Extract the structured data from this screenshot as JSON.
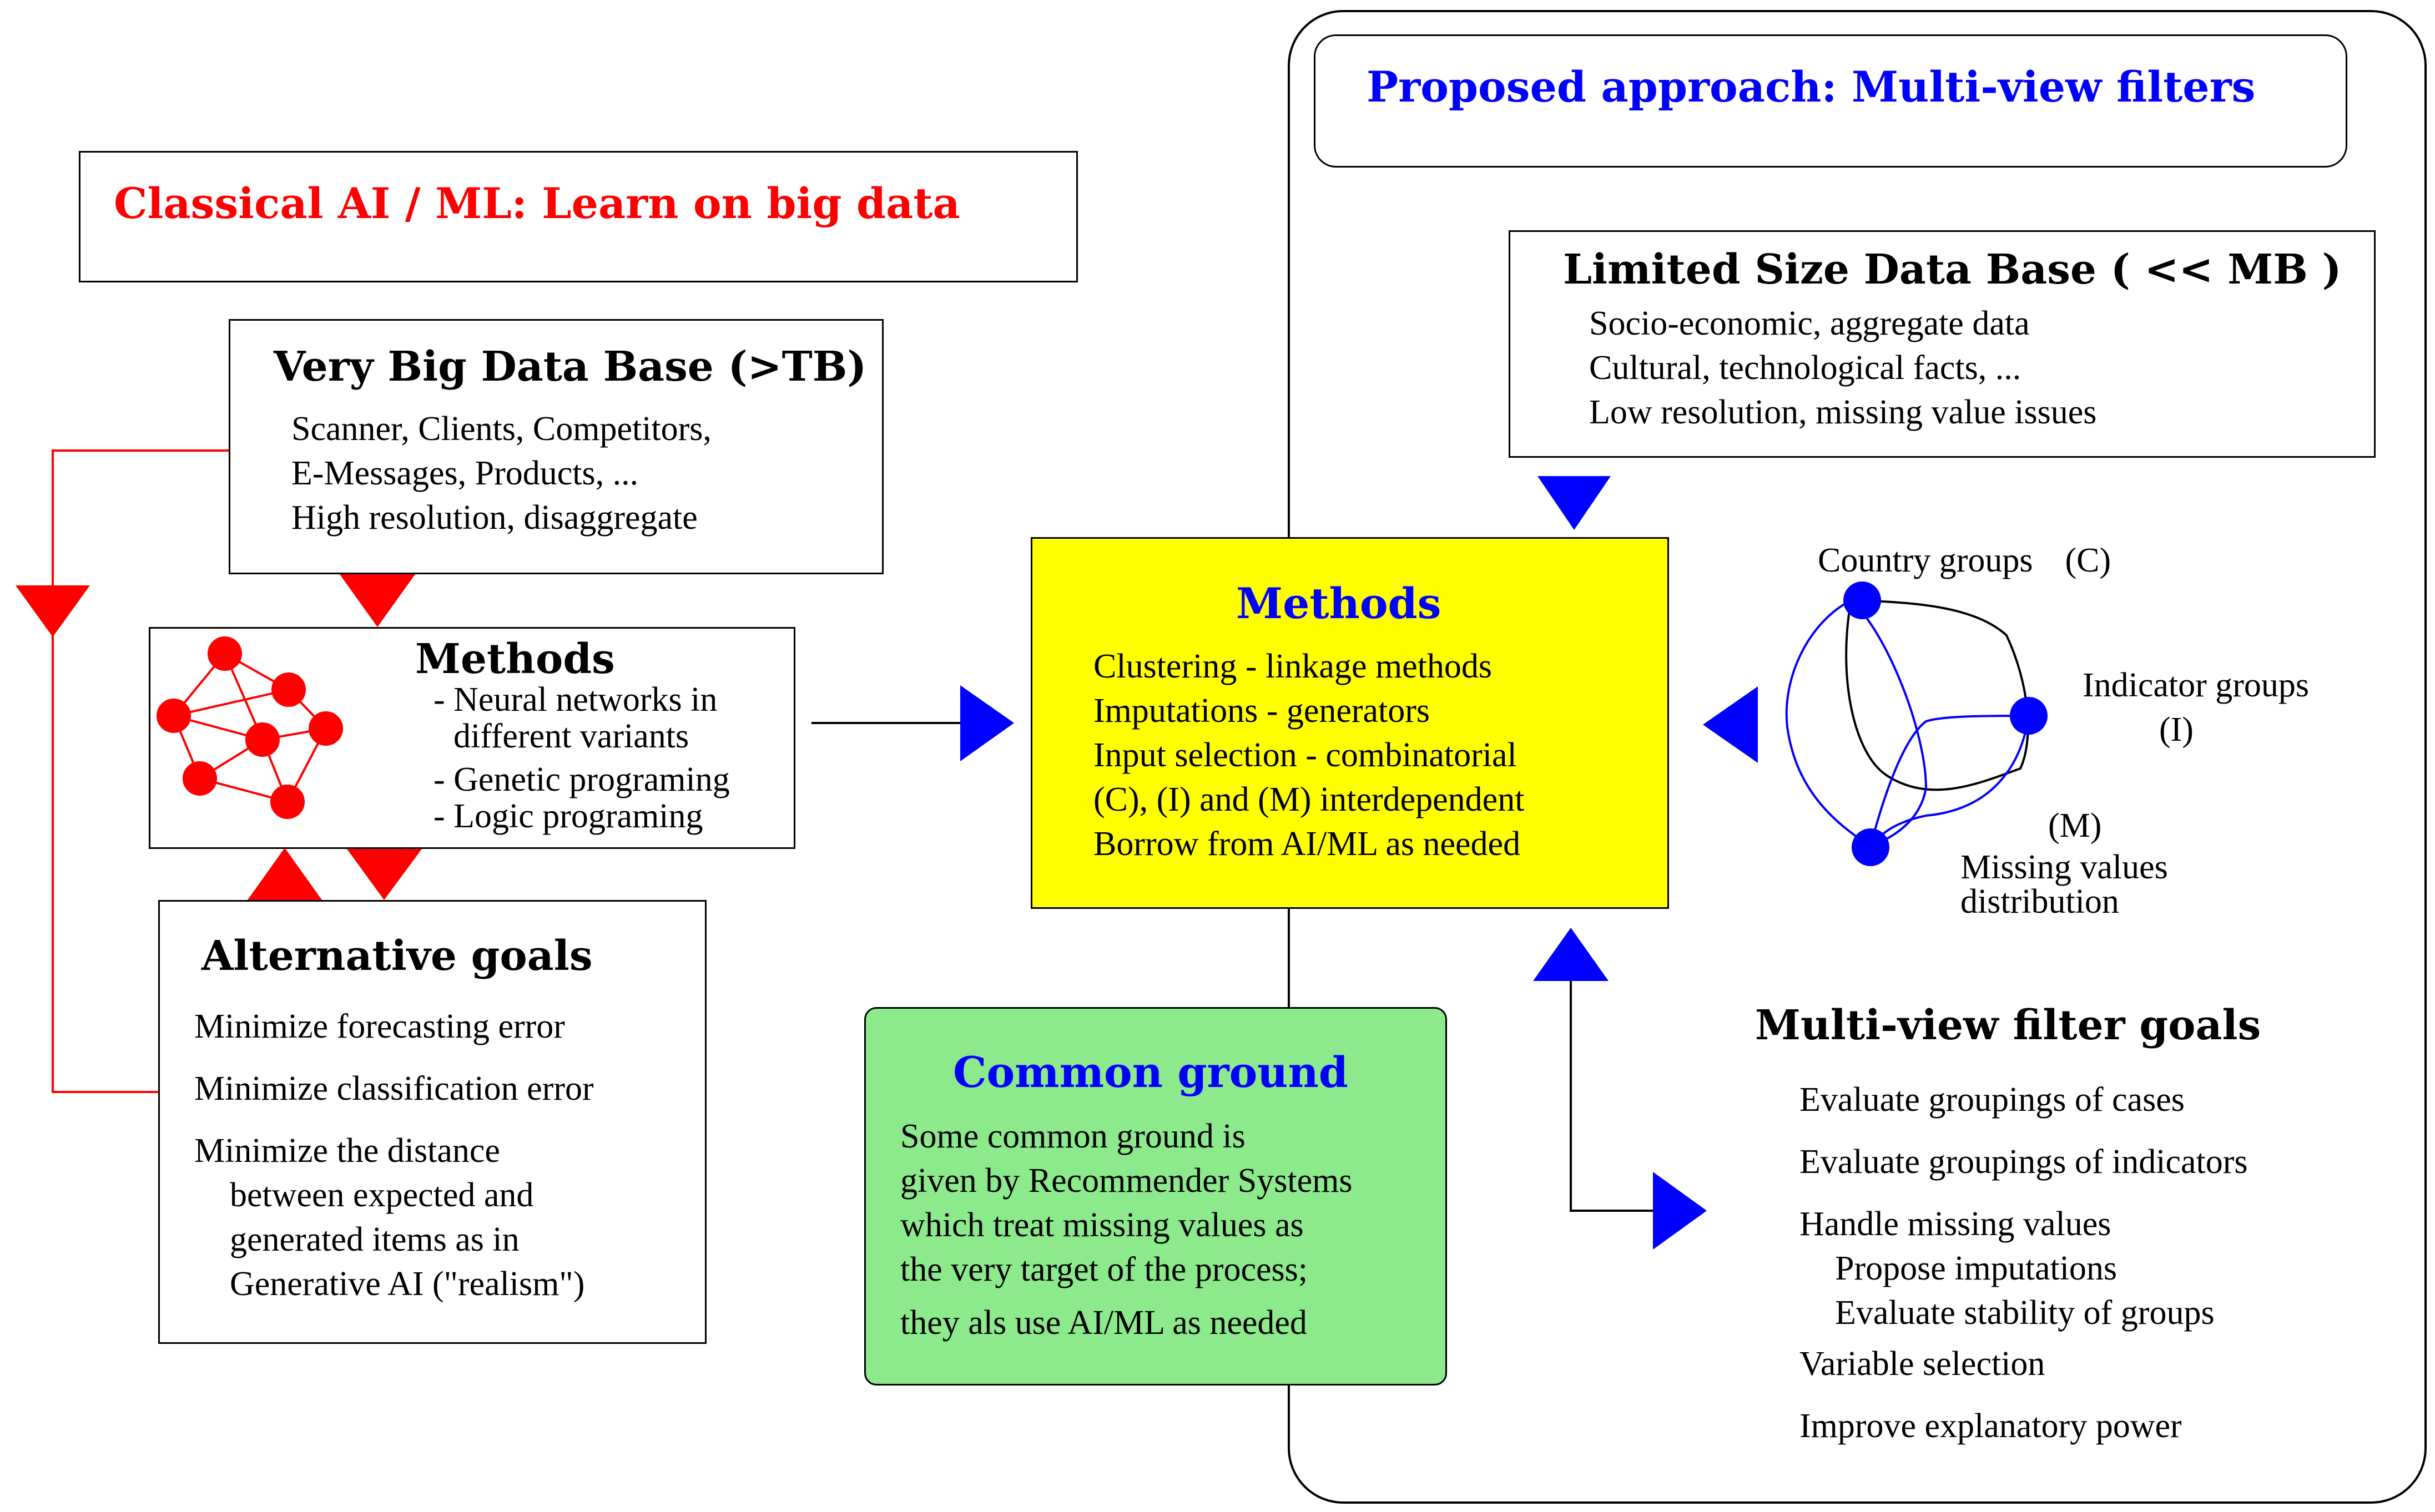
{
  "left_panel": {
    "title": "Classical AI / ML:  Learn on big data",
    "big_db": {
      "title": "Very Big Data Base (>TB)",
      "lines": [
        "Scanner, Clients, Competitors,",
        "E-Messages, Products, ...",
        "High resolution, disaggregate"
      ]
    },
    "methods": {
      "title": "Methods",
      "items": [
        "- Neural networks in",
        "different variants",
        "- Genetic programing",
        "- Logic programing"
      ]
    },
    "alt_goals": {
      "title": "Alternative goals",
      "items": [
        "Minimize forecasting error",
        "Minimize classification error",
        "Minimize the distance",
        "between expected and",
        "generated items as in",
        "Generative AI (\"realism\")"
      ]
    }
  },
  "center": {
    "methods": {
      "title": "Methods",
      "items": [
        "Clustering - linkage methods",
        "Imputations - generators",
        "Input selection - combinatorial",
        "(C), (I) and (M) interdependent",
        "Borrow from AI/ML as needed"
      ]
    },
    "common_ground": {
      "title": "Common ground",
      "lines": [
        "Some common ground is",
        "given by Recommender Systems",
        "which treat missing values as",
        "the very target of the process;",
        "they als use AI/ML as needed"
      ]
    }
  },
  "right_panel": {
    "title": "Proposed approach: Multi-view filters",
    "limited_db": {
      "title": "Limited Size Data Base ( << MB )",
      "lines": [
        "Socio-economic, aggregate data",
        "Cultural, technological facts, ...",
        "Low resolution, missing value issues"
      ]
    },
    "graph": {
      "country": "Country groups",
      "country_code": "(C)",
      "indicator": "Indicator groups",
      "indicator_code": "(I)",
      "missing_code": "(M)",
      "missing_line1": "Missing values",
      "missing_line2": "distribution"
    },
    "filter_goals": {
      "title": "Multi-view filter goals",
      "items": [
        "Evaluate groupings of cases",
        "Evaluate groupings of indicators",
        "Handle missing values",
        "Propose imputations",
        "Evaluate stability of groups",
        "Variable selection",
        "Improve explanatory power"
      ]
    }
  },
  "colors": {
    "red": "#ff0000",
    "blue": "#0000ff",
    "yellow": "#ffff00",
    "green": "#8cea8c"
  }
}
